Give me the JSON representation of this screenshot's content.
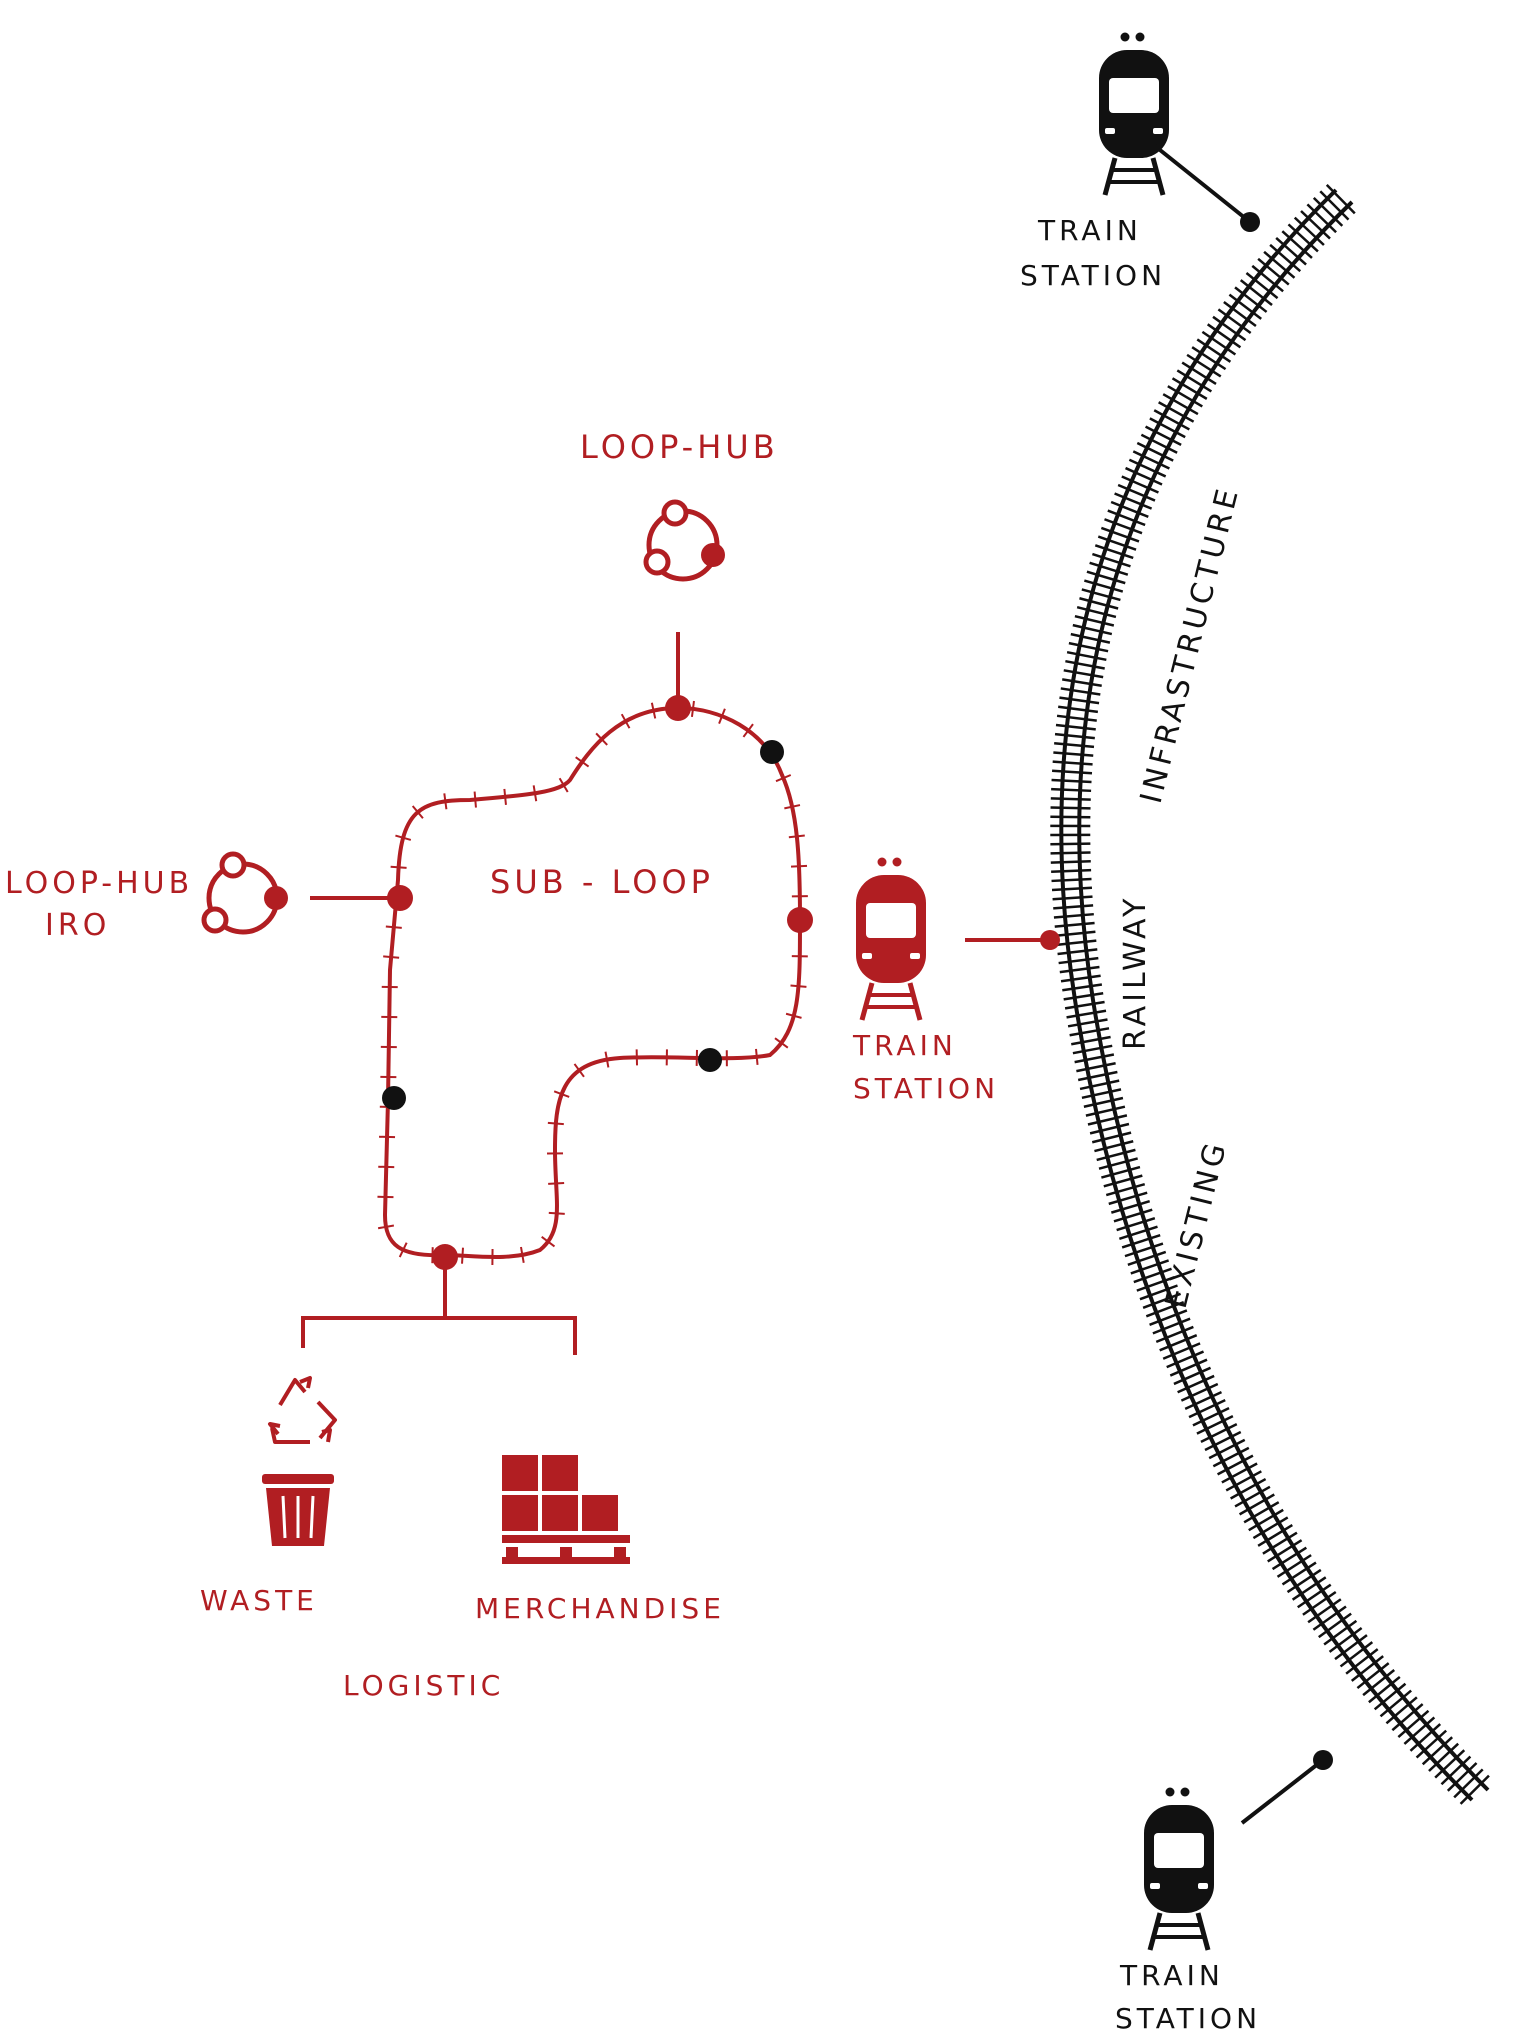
{
  "colors": {
    "accent": "#b11e22",
    "ink": "#111111",
    "background": "#ffffff"
  },
  "labels": {
    "loop_hub_top": "LOOP-HUB",
    "loop_hub_left_line1": "LOOP-HUB",
    "loop_hub_left_line2": "IRO",
    "sub_loop": "SUB - LOOP",
    "train_station_red_line1": "TRAIN",
    "train_station_red_line2": "STATION",
    "train_station_top_line1": "TRAIN",
    "train_station_top_line2": "STATION",
    "train_station_bottom_line1": "TRAIN",
    "train_station_bottom_line2": "STATION",
    "waste": "WASTE",
    "merchandise": "MERCHANDISE",
    "logistic": "LOGISTIC",
    "railway_word1": "EXISTING",
    "railway_word2": "RAILWAY",
    "railway_word3": "INFRASTRUCTURE"
  },
  "icons": {
    "loop_hub": "loop-hub-icon",
    "train": "train-icon",
    "recycle": "recycle-icon",
    "bin": "waste-bin-icon",
    "pallet": "pallet-boxes-icon"
  }
}
